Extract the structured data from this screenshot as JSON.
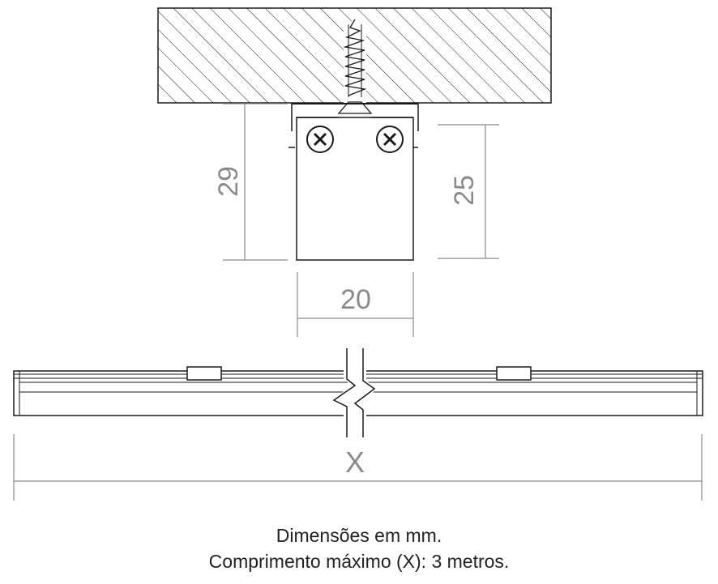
{
  "dimensions": {
    "total_height": "29",
    "profile_height": "25",
    "width": "20",
    "length": "X"
  },
  "caption": {
    "line1": "Dimensões em mm.",
    "line2": "Comprimento máximo (X): 3 metros."
  },
  "colors": {
    "line": "#1a1a1a",
    "dimension": "#8a8a8a",
    "background": "#ffffff"
  }
}
